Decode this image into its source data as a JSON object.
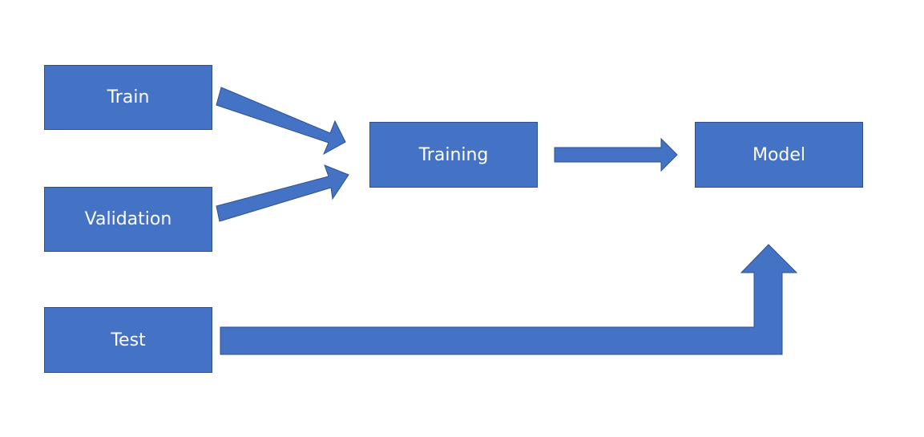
{
  "colors": {
    "node_fill": "#4472C4",
    "node_border": "#2F528F",
    "text": "#FFFFFF",
    "background": "#FFFFFF"
  },
  "nodes": {
    "train": "Train",
    "validation": "Validation",
    "test": "Test",
    "training": "Training",
    "model": "Model"
  },
  "edges": [
    {
      "from": "Train",
      "to": "Training"
    },
    {
      "from": "Validation",
      "to": "Training"
    },
    {
      "from": "Training",
      "to": "Model"
    },
    {
      "from": "Test",
      "to": "Model"
    }
  ]
}
